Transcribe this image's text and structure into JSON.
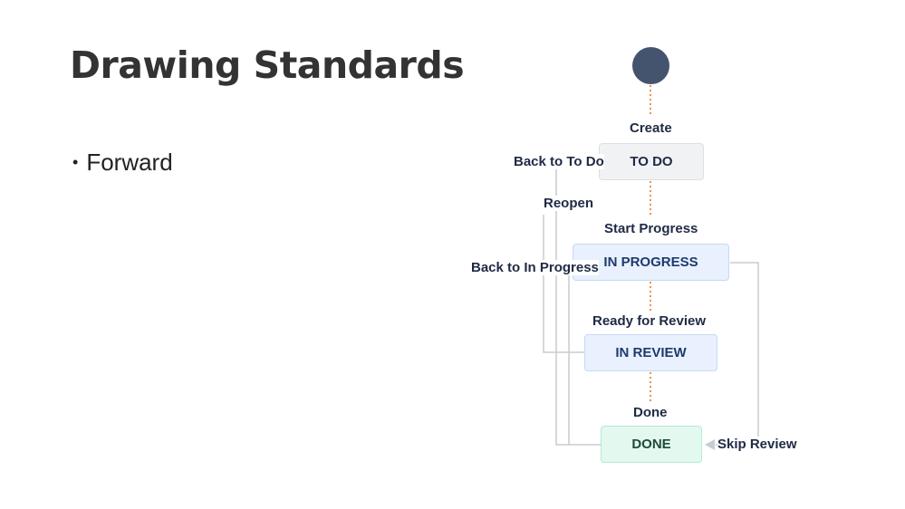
{
  "slide": {
    "title": "Drawing Standards",
    "bullets": [
      "Forward"
    ]
  },
  "diagram": {
    "states": {
      "todo": "TO DO",
      "in_progress": "IN PROGRESS",
      "in_review": "IN REVIEW",
      "done": "DONE"
    },
    "transitions": {
      "create": "Create",
      "start_progress": "Start Progress",
      "ready_for_review": "Ready for Review",
      "done": "Done",
      "back_to_todo": "Back to To Do",
      "reopen": "Reopen",
      "back_to_in_progress": "Back to In Progress",
      "skip_review": "Skip Review"
    },
    "colors": {
      "start_node": "#44536e",
      "forward_arrow": "#e07a2b",
      "back_lines": "#c8ccd2"
    }
  }
}
